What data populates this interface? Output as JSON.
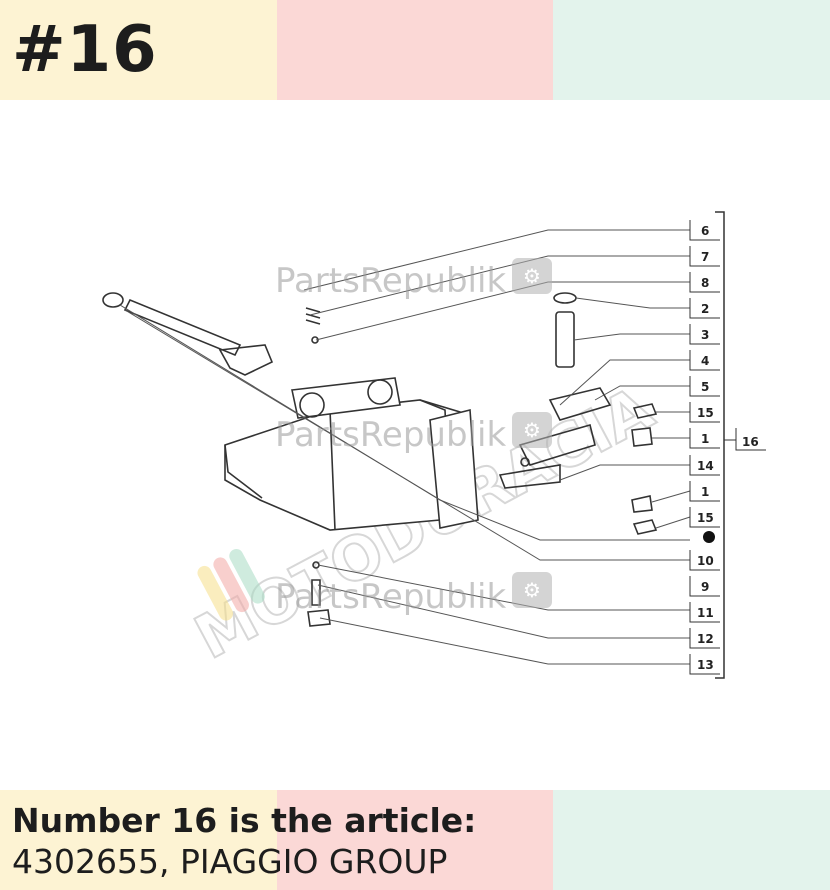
{
  "badge": "#16",
  "caption": {
    "title": "Number 16 is the article:",
    "article": "4302655, PIAGGIO GROUP"
  },
  "watermark": {
    "brand": "PartsRepublik",
    "diagonal": "MOTODURACIA"
  },
  "callouts": [
    "6",
    "7",
    "8",
    "2",
    "3",
    "4",
    "5",
    "15",
    "1",
    "14",
    "1",
    "15",
    "10",
    "9",
    "11",
    "12",
    "13"
  ],
  "group_label": "16",
  "colors": {
    "band_yellow": "#fdf3d3",
    "band_pink": "#fbd8d6",
    "band_green": "#e3f3ec",
    "text": "#1d1d1d"
  }
}
